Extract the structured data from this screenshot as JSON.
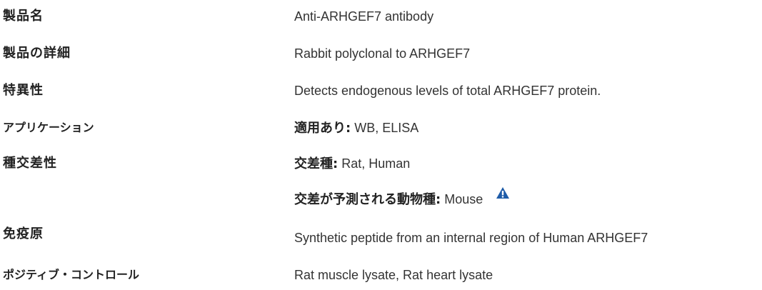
{
  "rows": [
    {
      "label": "製品名",
      "value": "Anti-ARHGEF7 antibody"
    },
    {
      "label": "製品の詳細",
      "value": "Rabbit polyclonal to ARHGEF7"
    },
    {
      "label": "特異性",
      "value": "Detects endogenous levels of total ARHGEF7 protein."
    },
    {
      "label": "アプリケーション",
      "key": "適用あり:",
      "value": " WB, ELISA"
    },
    {
      "label": "種交差性",
      "key": "交差種:",
      "value": " Rat, Human"
    },
    {
      "label": "",
      "key": "交差が予測される動物種:",
      "value": " Mouse"
    },
    {
      "label": "免疫原",
      "value": "Synthetic peptide from an internal region of Human ARHGEF7"
    },
    {
      "label": "ポジティブ・コントロール",
      "value": "Rat muscle lysate, Rat heart lysate"
    }
  ],
  "icons": {
    "predicted_species_warning": "warning-icon"
  },
  "colors": {
    "warning_icon": "#1f5ca8",
    "text": "#333333"
  }
}
